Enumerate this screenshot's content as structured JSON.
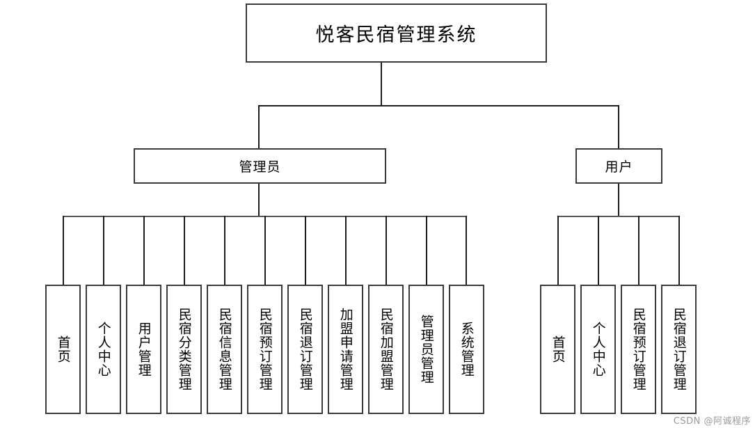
{
  "diagram": {
    "title": "悦客民宿管理系统",
    "watermark": "CSDN @阿诚程序",
    "roles": [
      {
        "label": "管理员"
      },
      {
        "label": "用户"
      }
    ],
    "admin_features": [
      {
        "label": "首页"
      },
      {
        "label": "个人中心"
      },
      {
        "label": "用户管理"
      },
      {
        "label": "民宿分类管理"
      },
      {
        "label": "民宿信息管理"
      },
      {
        "label": "民宿预订管理"
      },
      {
        "label": "民宿退订管理"
      },
      {
        "label": "加盟申请管理"
      },
      {
        "label": "民宿加盟管理"
      },
      {
        "label": "管理员管理"
      },
      {
        "label": "系统管理"
      }
    ],
    "user_features": [
      {
        "label": "首页"
      },
      {
        "label": "个人中心"
      },
      {
        "label": "民宿预订管理"
      },
      {
        "label": "民宿退订管理"
      }
    ],
    "colors": {
      "background": "#ffffff",
      "box_border": "#3a3a3a",
      "connector": "#1c1c1c",
      "connector_light": "#555555",
      "text": "#000000",
      "watermark": "#9a9a9a"
    }
  }
}
